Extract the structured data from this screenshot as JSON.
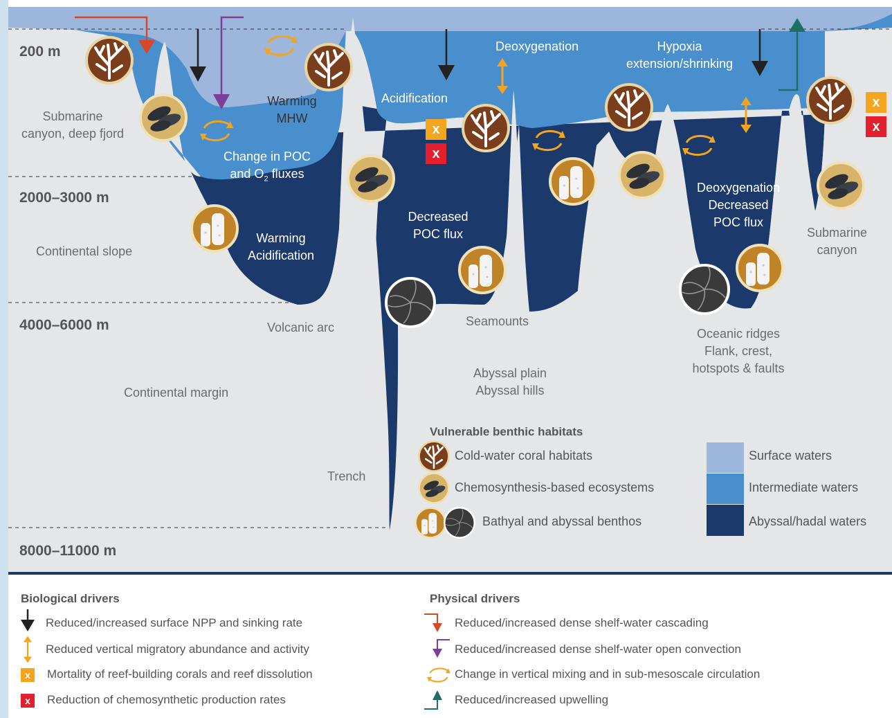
{
  "depths": [
    "200 m",
    "2000–3000 m",
    "4000–6000 m",
    "8000–11000 m"
  ],
  "labels": {
    "submarine_canyon_fjord": [
      "Submarine",
      "canyon, deep fjord"
    ],
    "continental_slope": "Continental slope",
    "continental_margin": "Continental margin",
    "volcanic_arc": "Volcanic arc",
    "trench": "Trench",
    "seamounts": "Seamounts",
    "abyssal": [
      "Abyssal plain",
      "Abyssal hills"
    ],
    "oceanic_ridges": [
      "Oceanic ridges",
      "Flank, crest,",
      "hotspots & faults"
    ],
    "submarine_canyon_right": [
      "Submarine",
      "canyon"
    ],
    "warming_mhw": [
      "Warming",
      "MHW"
    ],
    "change_poc": [
      "Change in POC",
      "and O",
      "2",
      " fluxes"
    ],
    "warming_acid": [
      "Warming",
      "Acidification"
    ],
    "acidification": "Acidification",
    "deoxygenation": "Deoxygenation",
    "hypoxia": [
      "Hypoxia",
      "extension/shrinking"
    ],
    "decreased_poc": [
      "Decreased",
      "POC flux"
    ],
    "deoxy_decreased": [
      "Deoxygenation",
      "Decreased",
      "POC flux"
    ]
  },
  "habitat_legend": {
    "title": "Vulnerable benthic habitats",
    "items": [
      "Cold-water coral habitats",
      "Chemosynthesis-based ecosystems",
      "Bathyal and abyssal benthos"
    ]
  },
  "water_legend": {
    "items": [
      {
        "label": "Surface waters",
        "color": "#9db6dc"
      },
      {
        "label": "Intermediate waters",
        "color": "#4a8fcd"
      },
      {
        "label": "Abyssal/hadal waters",
        "color": "#1b3a6b"
      }
    ]
  },
  "biological_drivers": {
    "title": "Biological drivers",
    "items": [
      "Reduced/increased surface NPP and sinking rate",
      "Reduced vertical migratory abundance and activity",
      "Mortality of reef-building corals and reef dissolution",
      "Reduction of chemosynthetic production rates"
    ],
    "badge": "x"
  },
  "physical_drivers": {
    "title": "Physical drivers",
    "items": [
      "Reduced/increased dense shelf-water cascading",
      "Reduced/increased dense shelf-water open convection",
      "Change in vertical mixing and in sub-mesoscale circulation",
      "Reduced/increased upwelling"
    ]
  },
  "colors": {
    "surface": "#9db6dc",
    "intermediate": "#4a8fcd",
    "abyssal": "#1b3a6b",
    "background": "#e5e6e8",
    "orange": "#f3a51f",
    "red": "#e5202e",
    "coral_bg": "#7a3e1c",
    "mussel_bg": "#d8b46a",
    "sponge_bg": "#c08328",
    "benthos_bg": "#3a3a3a"
  }
}
